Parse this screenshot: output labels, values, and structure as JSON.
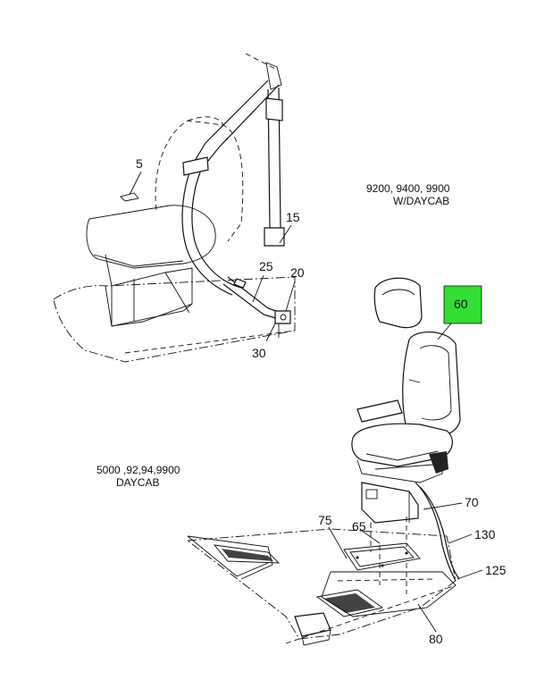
{
  "captions": {
    "upper_right": [
      "9200, 9400, 9900",
      "W/DAYCAB"
    ],
    "lower_left": [
      "5000 ,92,94,9900",
      "DAYCAB"
    ]
  },
  "callouts": [
    "5",
    "15",
    "25",
    "20",
    "30",
    "60",
    "70",
    "75",
    "65",
    "130",
    "125",
    "80"
  ],
  "highlight": {
    "label": "60",
    "color": "#33dd33"
  }
}
